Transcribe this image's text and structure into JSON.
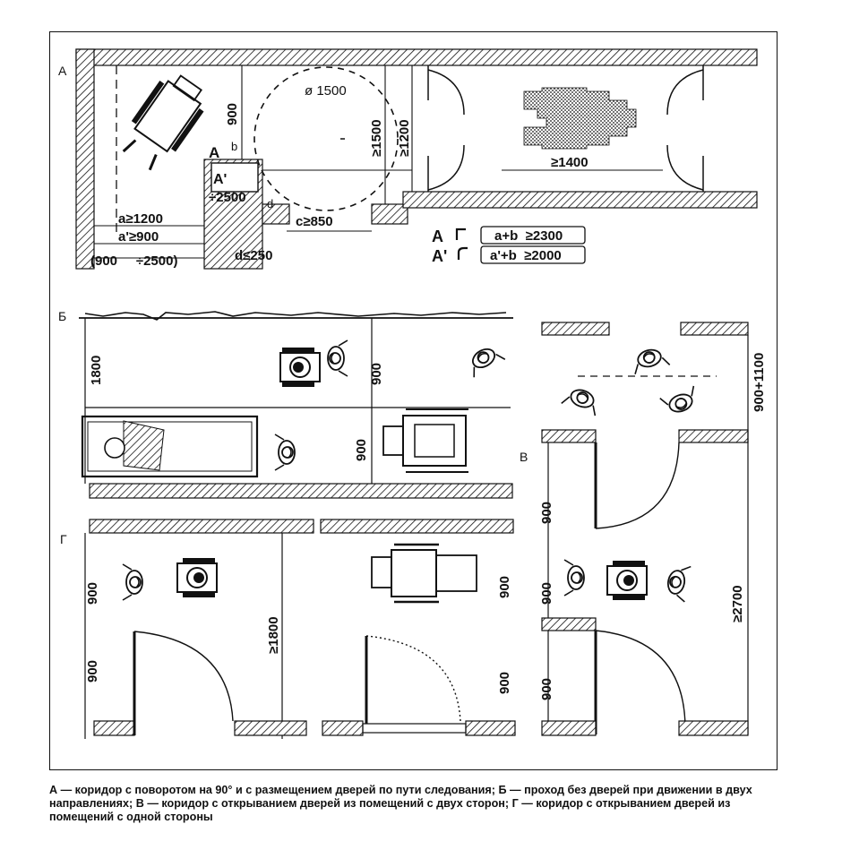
{
  "figure": {
    "section_labels": {
      "a": "А",
      "b": "Б",
      "v": "В",
      "g": "Г"
    },
    "section_a": {
      "turn_label": "А",
      "turn_label_alt": "А'",
      "circle_dim": "ø 1500",
      "dim_900": "900",
      "dim_b": "b",
      "dim_ge1500": "≥1500",
      "dim_ge1200_v": "≥1200",
      "dim_div2500": "÷2500",
      "dim_d": "d",
      "dim_c": "c≥850",
      "dim_a": "a≥1200",
      "dim_a_prime": "a'≥900",
      "dim_range": "(900     ÷2500)",
      "dim_d_le": "d≤250",
      "dim_ge1400": "≥1400",
      "legend": [
        {
          "symbol": "А",
          "formula": "a+b  ≥2300"
        },
        {
          "symbol": "А'",
          "formula": "a'+b  ≥2000"
        }
      ]
    },
    "section_b": {
      "dim_1800": "1800",
      "dim_900_top": "900",
      "dim_900_bottom": "900"
    },
    "section_v": {
      "dim_900_1100": "900+1100",
      "dim_900_a": "900",
      "dim_900_b": "900",
      "dim_900_c": "900",
      "dim_ge2700": "≥2700"
    },
    "section_g": {
      "dim_900_a": "900",
      "dim_900_b": "900",
      "dim_ge1800": "≥1800",
      "dim_900_c": "900",
      "dim_900_d": "900"
    }
  },
  "caption": "А — коридор с поворотом на 90° и с размещением дверей по пути следования; Б — проход без дверей при движении в двух направлениях; В — коридор с открыванием дверей из помещений с двух сторон; Г — коридор с открыванием дверей из помещений с одной стороны",
  "colors": {
    "ink": "#111111",
    "paper": "#ffffff"
  }
}
